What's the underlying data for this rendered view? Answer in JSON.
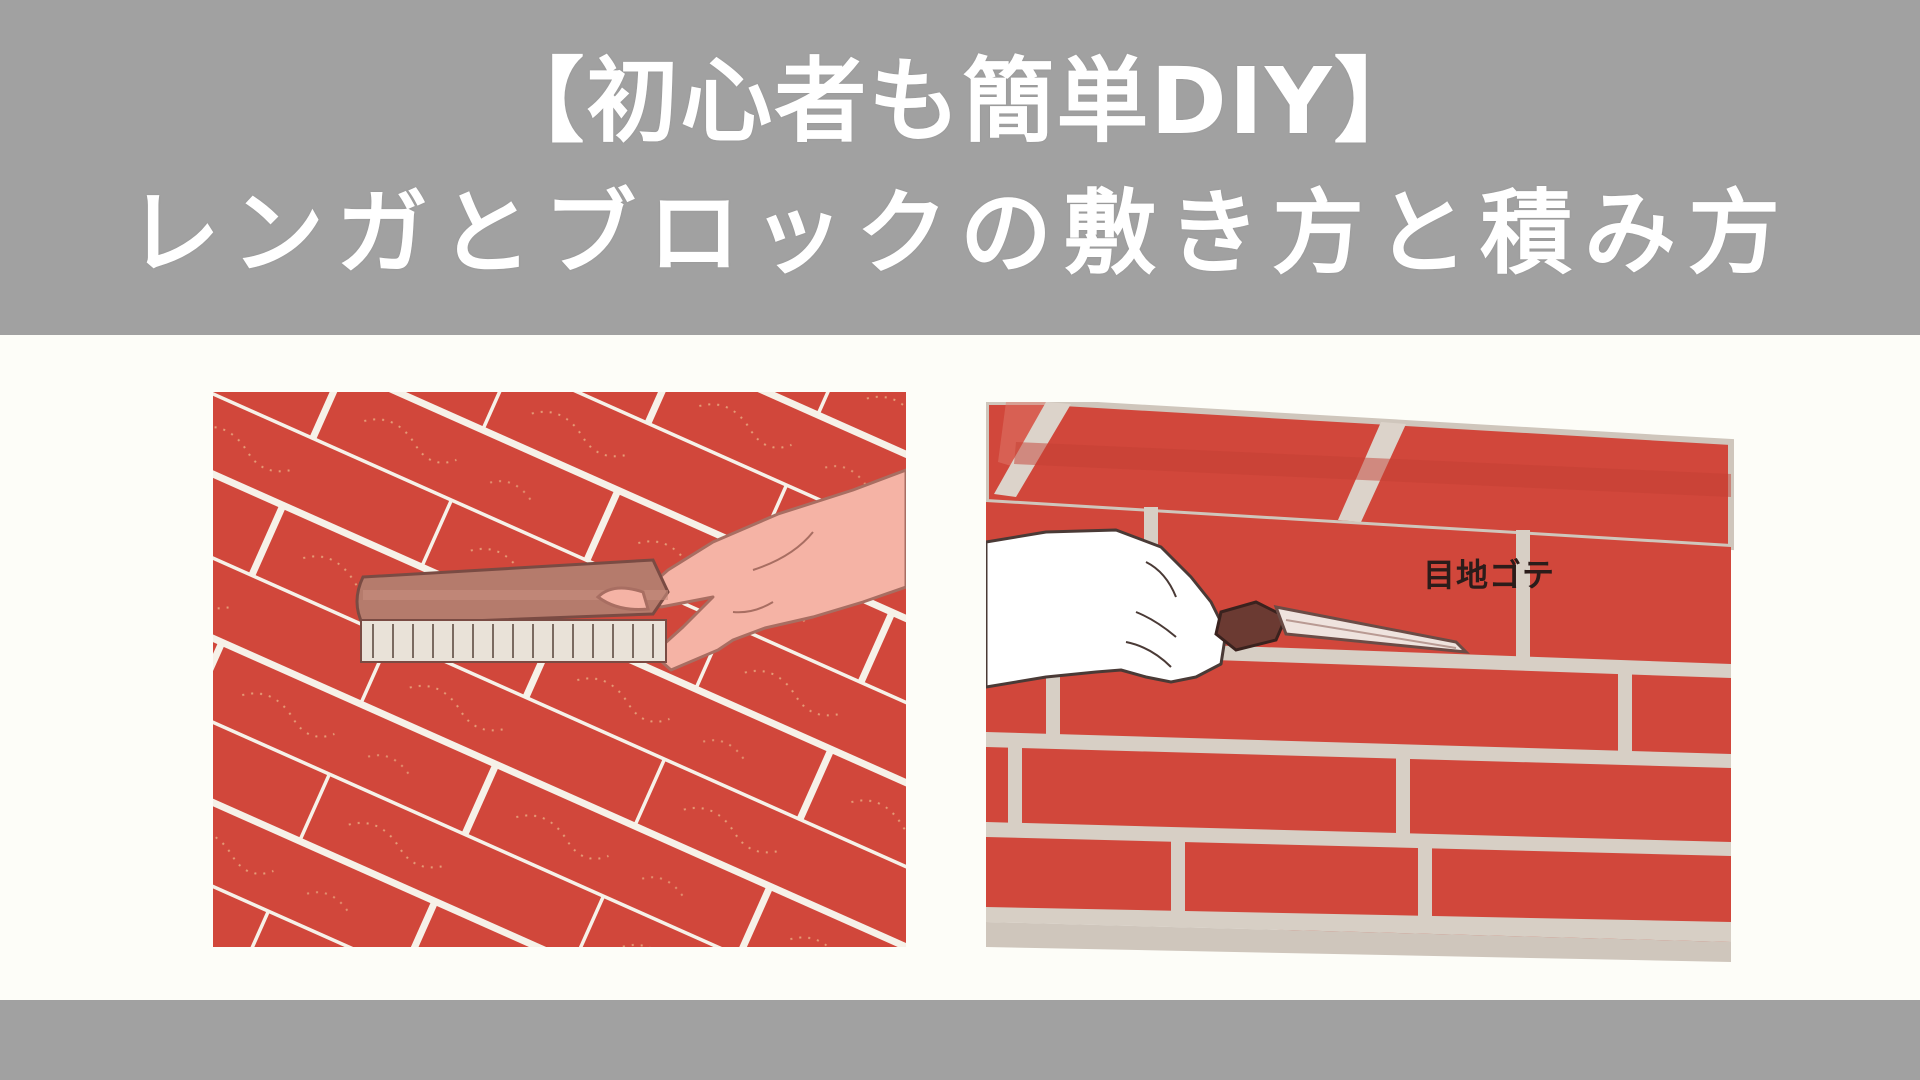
{
  "header": {
    "title_line1": "【初心者も簡単DIY】",
    "title_line2": "レンガとブロックの敷き方と積み方"
  },
  "illustrations": {
    "left": {
      "icon": "brick-paving-brush-illustration"
    },
    "right": {
      "icon": "brick-wall-trowel-illustration",
      "label": "目地ゴテ"
    }
  },
  "colors": {
    "band": "#a1a1a1",
    "background": "#fdfdf8",
    "brick": "#d1473b",
    "mortar": "#f3efe6",
    "skin": "#f5b3a5",
    "title_text": "#ffffff"
  }
}
